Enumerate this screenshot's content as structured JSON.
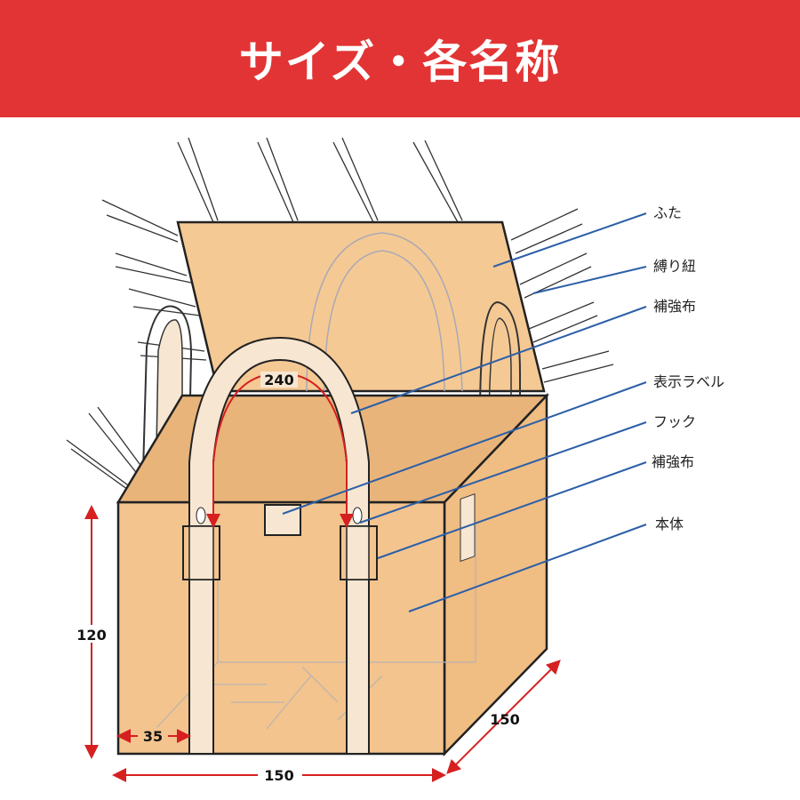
{
  "header": {
    "title": "サイズ・各名称"
  },
  "parts": [
    {
      "label": "ふた"
    },
    {
      "label": "縛り紐"
    },
    {
      "label": "補強布"
    },
    {
      "label": "表示ラベル"
    },
    {
      "label": "フック"
    },
    {
      "label": "補強布"
    },
    {
      "label": "本体"
    }
  ],
  "dimensions": {
    "handle_length": "240",
    "height": "120",
    "width": "150",
    "depth": "150",
    "handle_spacing": "35"
  },
  "colors": {
    "header": "#e23434",
    "body": "#f3c48e",
    "leader": "#2c5fa8",
    "dimension": "#d62020"
  }
}
